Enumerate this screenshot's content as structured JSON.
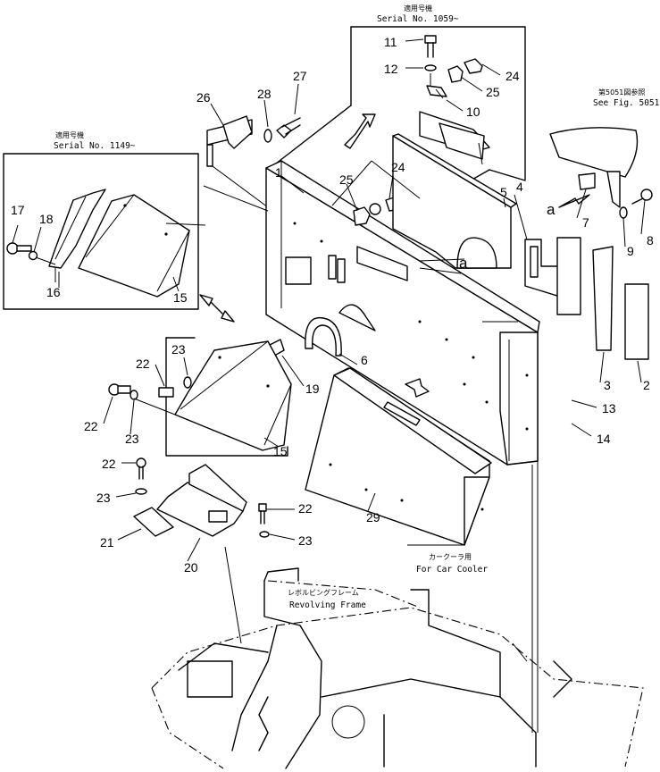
{
  "labels": {
    "p1": "1",
    "p2": "2",
    "p3": "3",
    "p4": "4",
    "p5": "5",
    "p6": "6",
    "p7": "7",
    "p8": "8",
    "p9": "9",
    "p10": "10",
    "p11": "11",
    "p12": "12",
    "p13": "13",
    "p14": "14",
    "p15a": "15",
    "p15b": "15",
    "p16": "16",
    "p17": "17",
    "p18": "18",
    "p19": "19",
    "p20": "20",
    "p21": "21",
    "p22a": "22",
    "p22b": "22",
    "p22c": "22",
    "p22d": "22",
    "p23a": "23",
    "p23b": "23",
    "p23c": "23",
    "p23d": "23",
    "p24a": "24",
    "p24b": "24",
    "p25a": "25",
    "p25b": "25",
    "p26": "26",
    "p27": "27",
    "p28": "28",
    "p29": "29",
    "ref_a1": "a",
    "ref_a2": "a"
  },
  "notes": {
    "serial_top_jp": "適用号機",
    "serial_top": "Serial  No. 1059~",
    "serial_left_jp": "適用号機",
    "serial_left": "Serial  No. 1149~",
    "see_fig_jp": "第5051図参照",
    "see_fig": "See Fig. 5051",
    "car_cooler_jp": "カークーラ用",
    "car_cooler": "For Car Cooler",
    "frame_jp": "レボルビングフレーム",
    "frame": "Revolving Frame"
  }
}
